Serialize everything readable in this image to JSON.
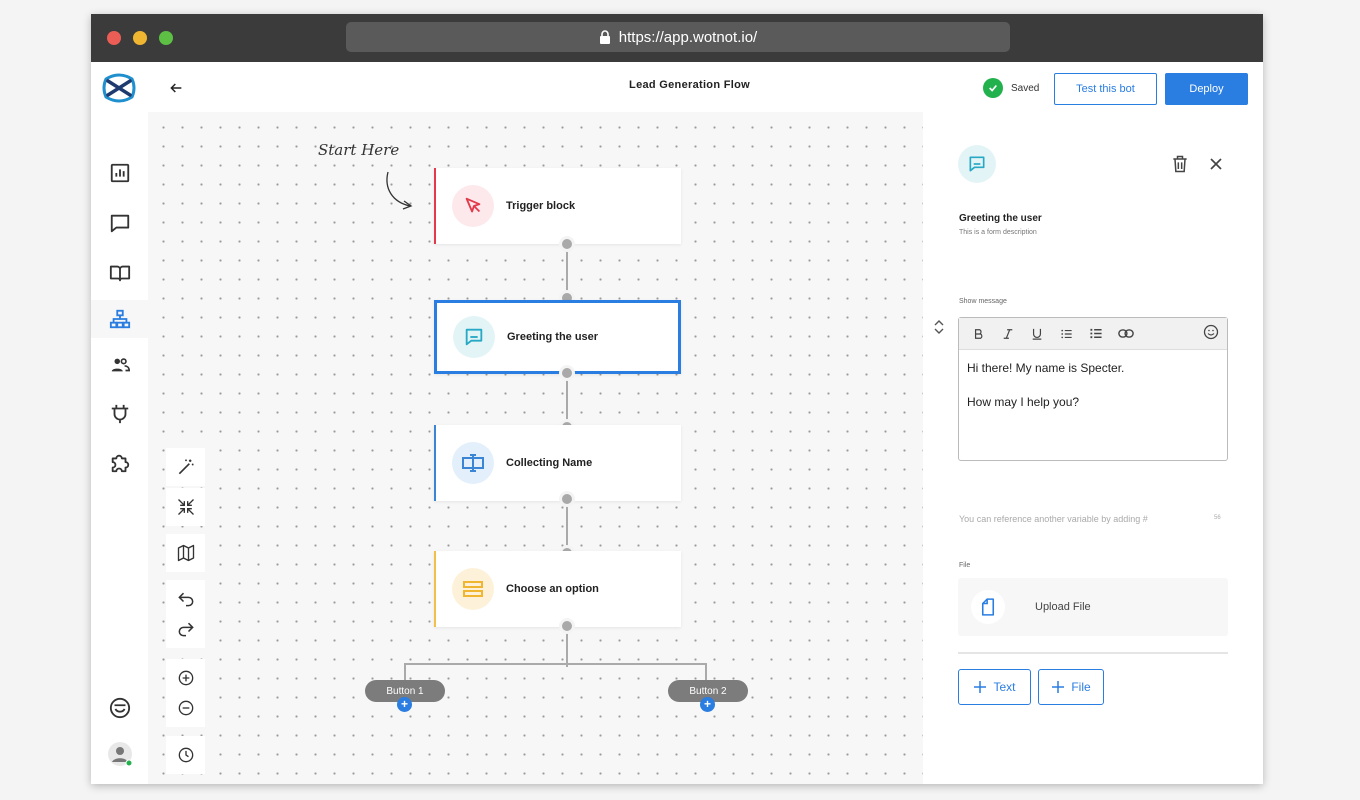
{
  "browser": {
    "url": "https://app.wotnot.io/"
  },
  "header": {
    "title": "Lead Generation Flow",
    "saved_label": "Saved",
    "test_label": "Test this bot",
    "deploy_label": "Deploy"
  },
  "sidebar": {
    "items": [
      {
        "icon": "analytics-icon"
      },
      {
        "icon": "chat-icon"
      },
      {
        "icon": "book-icon"
      },
      {
        "icon": "flow-builder-icon",
        "active": true
      },
      {
        "icon": "team-icon"
      },
      {
        "icon": "plug-icon"
      },
      {
        "icon": "puzzle-icon"
      }
    ]
  },
  "canvas": {
    "annotation": "Start Here",
    "blocks": [
      {
        "title": "Trigger block",
        "accent": "#e23a4a"
      },
      {
        "title": "Greeting the user",
        "accent": "#2a7de1"
      },
      {
        "title": "Collecting Name",
        "accent": "#3b86d4"
      },
      {
        "title": "Choose an option",
        "accent": "#f0c04a"
      }
    ],
    "branches": [
      "Button 1",
      "Button 2"
    ]
  },
  "panel": {
    "title": "Greeting the user",
    "description": "This is a form description",
    "message_label": "Show message",
    "message_line1": "Hi there! My name is Specter.",
    "message_line2": "How may I help you?",
    "hint": "You can reference another variable by adding #",
    "char_count": "56",
    "file_label": "File",
    "upload_label": "Upload File",
    "add_text_label": "Text",
    "add_file_label": "File"
  },
  "colors": {
    "primary": "#2a7de1",
    "success": "#22b14c"
  }
}
